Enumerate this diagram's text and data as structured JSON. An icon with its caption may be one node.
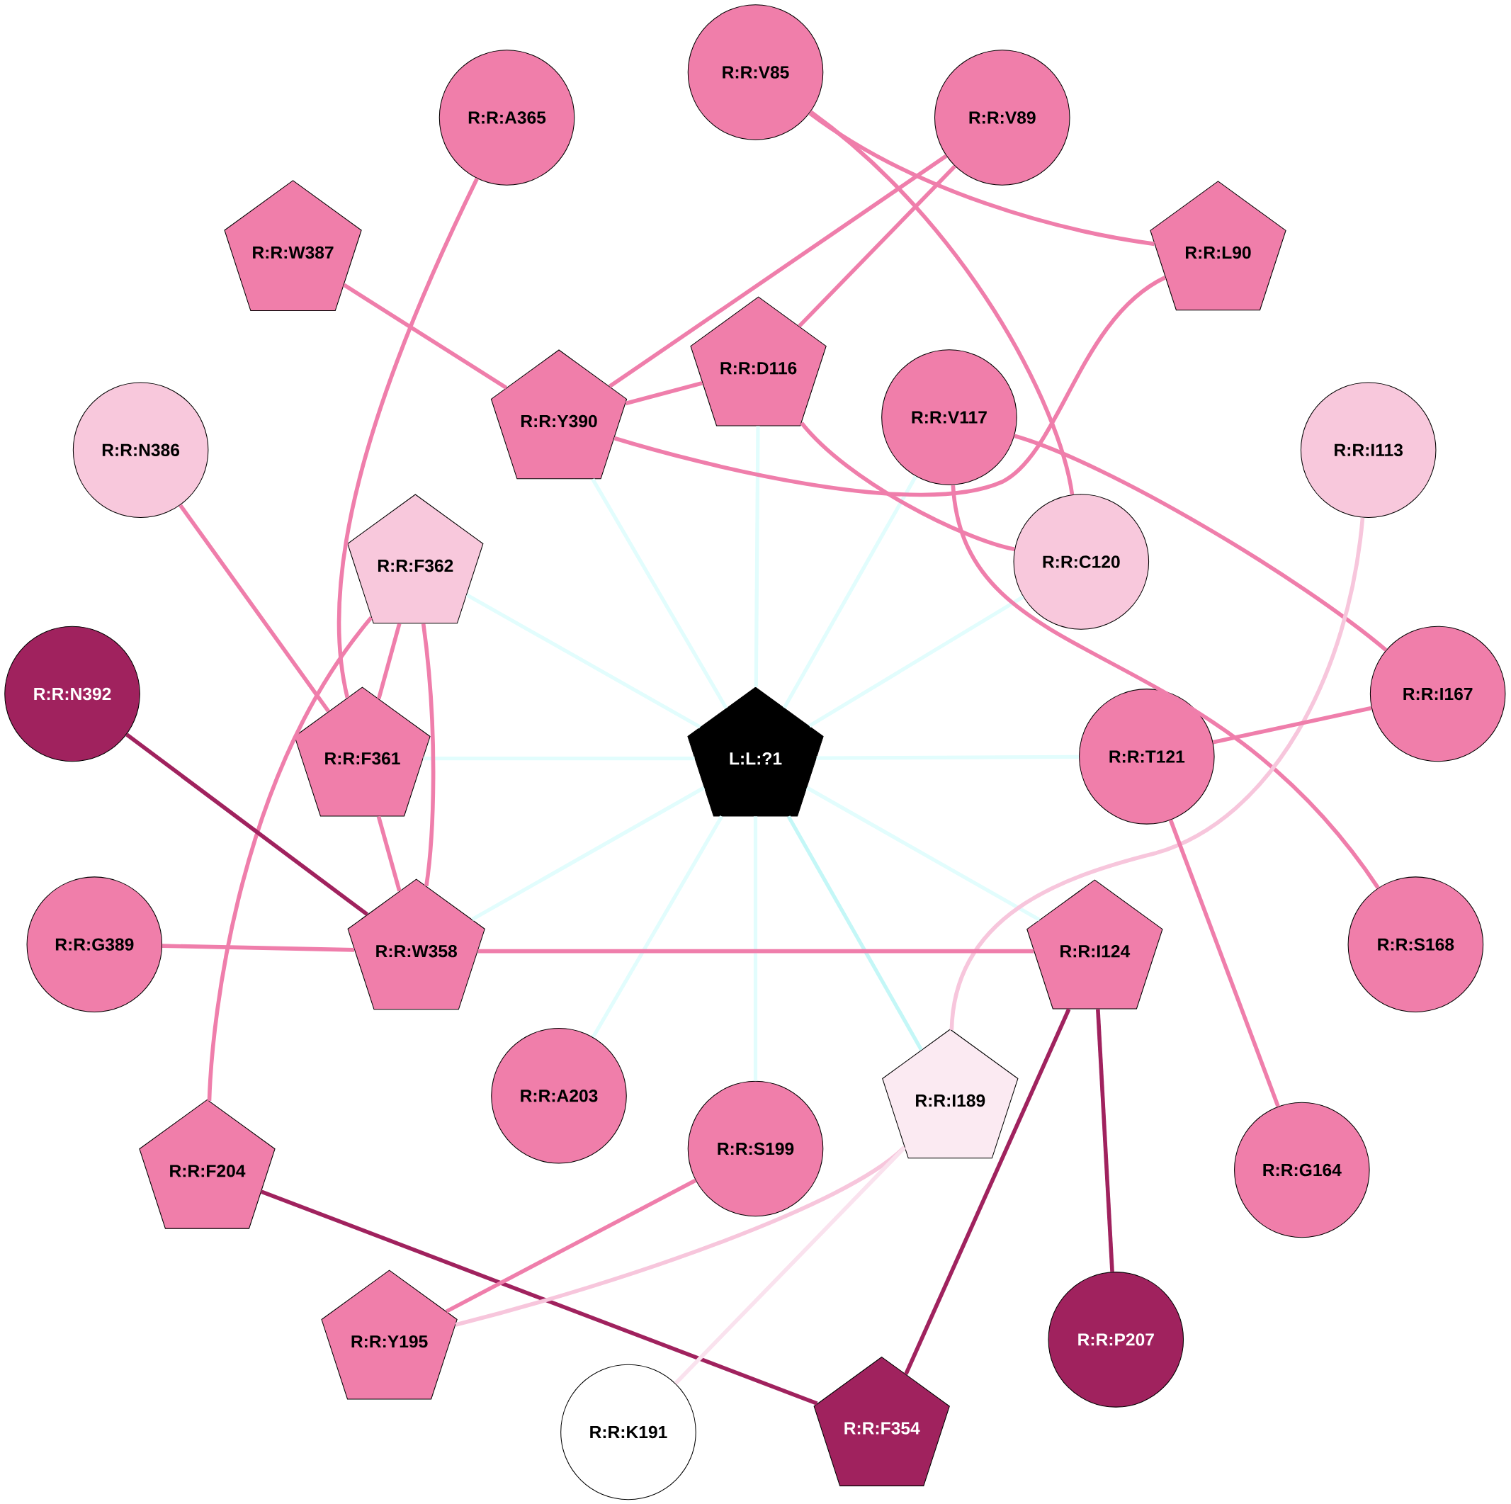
{
  "diagram": {
    "nodes": [
      {
        "text": [
          "L:L:?1"
        ]
      },
      {
        "text": [
          "R:R:V85"
        ]
      },
      {
        "text": [
          "R:R:V89"
        ]
      },
      {
        "text": [
          "R:R:A365"
        ]
      },
      {
        "text": [
          "R:R:W387"
        ]
      },
      {
        "text": [
          "R:R:L90"
        ]
      },
      {
        "text": [
          "R:R:D116"
        ]
      },
      {
        "text": [
          "R:R:Y390"
        ]
      },
      {
        "text": [
          "R:R:V117"
        ]
      },
      {
        "text": [
          "R:R:N386"
        ]
      },
      {
        "text": [
          "R:R:I113"
        ]
      },
      {
        "text": [
          "R:R:F362"
        ]
      },
      {
        "text": [
          "R:R:C120"
        ]
      },
      {
        "text": [
          "R:R:N392"
        ]
      },
      {
        "text": [
          "R:R:I167"
        ]
      },
      {
        "text": [
          "R:R:F361"
        ]
      },
      {
        "text": [
          "R:R:T121"
        ]
      },
      {
        "text": [
          "R:R:G389"
        ]
      },
      {
        "text": [
          "R:R:W358"
        ]
      },
      {
        "text": [
          "R:R:I124"
        ]
      },
      {
        "text": [
          "R:R:S168"
        ]
      },
      {
        "text": [
          "R:R:A203"
        ]
      },
      {
        "text": [
          "R:R:S199"
        ]
      },
      {
        "text": [
          "R:R:I189"
        ]
      },
      {
        "text": [
          "R:R:G164"
        ]
      },
      {
        "text": [
          "R:R:F204"
        ]
      },
      {
        "text": [
          "R:R:Y195"
        ]
      },
      {
        "text": [
          "R:R:P207"
        ]
      },
      {
        "text": [
          "R:R:K191"
        ]
      },
      {
        "text": [
          "R:R:F354"
        ]
      }
    ],
    "edges": [
      {
        "from": 0,
        "to": 7,
        "arrow": "none",
        "color": "#e2fdfd"
      },
      {
        "from": 0,
        "to": 6,
        "arrow": "none",
        "color": "#e2fdfd"
      },
      {
        "from": 0,
        "to": 8,
        "arrow": "none",
        "color": "#e2fdfd"
      },
      {
        "from": 0,
        "to": 11,
        "arrow": "none",
        "color": "#e2fdfd"
      },
      {
        "from": 0,
        "to": 12,
        "arrow": "none",
        "color": "#e2fdfd"
      },
      {
        "from": 0,
        "to": 15,
        "arrow": "none",
        "color": "#e2fdfd"
      },
      {
        "from": 0,
        "to": 16,
        "arrow": "none",
        "color": "#e2fdfd"
      },
      {
        "from": 0,
        "to": 18,
        "arrow": "none",
        "color": "#e2fdfd"
      },
      {
        "from": 0,
        "to": 19,
        "arrow": "none",
        "color": "#e2fdfd"
      },
      {
        "from": 0,
        "to": 21,
        "arrow": "none",
        "color": "#e2fdfd"
      },
      {
        "from": 0,
        "to": 22,
        "arrow": "none",
        "color": "#e2fdfd"
      },
      {
        "from": 0,
        "to": 23,
        "arrow": "none",
        "color": "#c4f7f7"
      },
      {
        "from": 1,
        "to": 5,
        "arrow": "none"
      },
      {
        "from": 1,
        "to": 12,
        "arrow": "none"
      },
      {
        "from": 2,
        "to": 7,
        "arrow": "none"
      },
      {
        "from": 2,
        "to": 6,
        "arrow": "none"
      },
      {
        "from": 3,
        "to": 15,
        "arrow": "none"
      },
      {
        "from": 4,
        "to": 7,
        "arrow": "none"
      },
      {
        "from": 7,
        "to": 6,
        "arrow": "none"
      },
      {
        "from": 7,
        "to": 5,
        "arrow": "none"
      },
      {
        "from": 6,
        "to": 12,
        "arrow": "none"
      },
      {
        "from": 8,
        "to": 14,
        "arrow": "none"
      },
      {
        "from": 8,
        "to": 20,
        "arrow": "none"
      },
      {
        "from": 9,
        "to": 15,
        "arrow": "none"
      },
      {
        "from": 10,
        "to": 23,
        "arrow": "none",
        "color": "#f7c6dc"
      },
      {
        "from": 11,
        "to": 15,
        "arrow": "none"
      },
      {
        "from": 11,
        "to": 18,
        "arrow": "none"
      },
      {
        "from": 11,
        "to": 25,
        "arrow": "none"
      },
      {
        "from": 13,
        "to": 18,
        "arrow": "none",
        "color": "#a0225e"
      },
      {
        "from": 15,
        "to": 18,
        "arrow": "none"
      },
      {
        "from": 14,
        "to": 16,
        "arrow": "none"
      },
      {
        "from": 16,
        "to": 24,
        "arrow": "none"
      },
      {
        "from": 17,
        "to": 18,
        "arrow": "none"
      },
      {
        "from": 18,
        "to": 19,
        "arrow": "none"
      },
      {
        "from": 19,
        "to": 27,
        "arrow": "none",
        "color": "#a0225e"
      },
      {
        "from": 19,
        "to": 29,
        "arrow": "none",
        "color": "#a0225e"
      },
      {
        "from": 25,
        "to": 29,
        "arrow": "none",
        "color": "#a0225e"
      },
      {
        "from": 22,
        "to": 26,
        "arrow": "none"
      },
      {
        "from": 23,
        "to": 26,
        "arrow": "none",
        "color": "#f7c6dc"
      },
      {
        "from": 23,
        "to": 28,
        "arrow": "none",
        "color": "#fae2ee"
      }
    ]
  }
}
